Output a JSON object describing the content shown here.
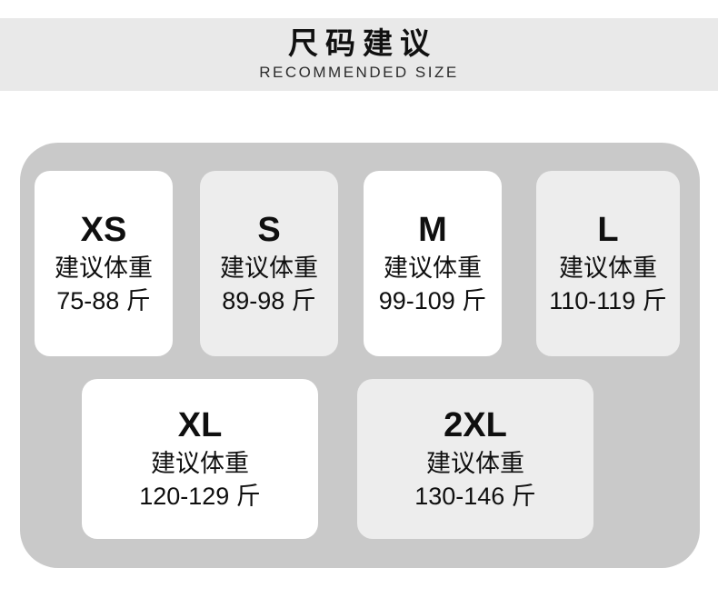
{
  "header": {
    "title": "尺码建议",
    "subtitle": "RECOMMENDED SIZE"
  },
  "colors": {
    "band_bg": "#e9e9e9",
    "panel_bg": "#c9c9c9",
    "card_white": "#ffffff",
    "card_gray": "#ededed",
    "text": "#0f0f0f"
  },
  "chart_data": {
    "type": "table",
    "title": "尺码建议",
    "subtitle": "RECOMMENDED SIZE",
    "columns": [
      "size",
      "recommended_weight_jin"
    ],
    "rows": [
      [
        "XS",
        "75-88"
      ],
      [
        "S",
        "89-98"
      ],
      [
        "M",
        "99-109"
      ],
      [
        "L",
        "110-119"
      ],
      [
        "XL",
        "120-129"
      ],
      [
        "2XL",
        "130-146"
      ]
    ]
  },
  "sizes": [
    {
      "size": "XS",
      "label": "建议体重",
      "range": "75-88 斤"
    },
    {
      "size": "S",
      "label": "建议体重",
      "range": "89-98 斤"
    },
    {
      "size": "M",
      "label": "建议体重",
      "range": "99-109 斤"
    },
    {
      "size": "L",
      "label": "建议体重",
      "range": "110-119 斤"
    },
    {
      "size": "XL",
      "label": "建议体重",
      "range": "120-129 斤"
    },
    {
      "size": "2XL",
      "label": "建议体重",
      "range": "130-146 斤"
    }
  ]
}
